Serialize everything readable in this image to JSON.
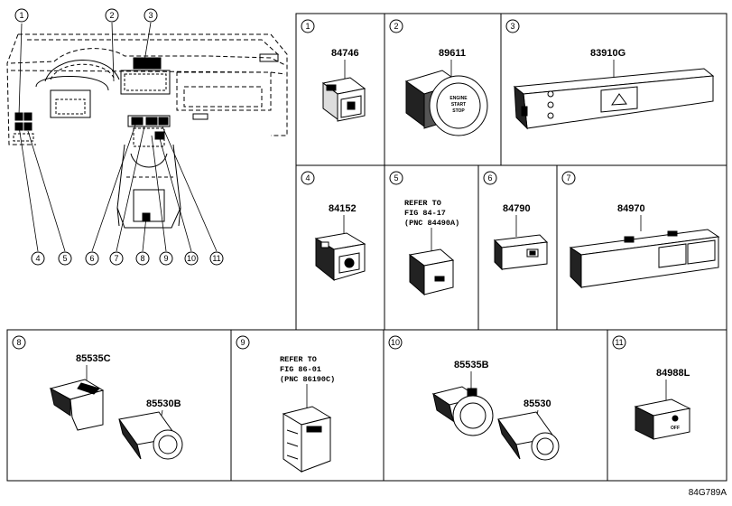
{
  "callouts": [
    "1",
    "2",
    "3",
    "4",
    "5",
    "6",
    "7",
    "8",
    "9",
    "10",
    "11"
  ],
  "panels": [
    {
      "index": "1",
      "parts": [
        "84746"
      ]
    },
    {
      "index": "2",
      "parts": [
        "89611"
      ],
      "button_text": [
        "ENGINE",
        "START",
        "STOP"
      ]
    },
    {
      "index": "3",
      "parts": [
        "83910G"
      ]
    },
    {
      "index": "4",
      "parts": [
        "84152"
      ]
    },
    {
      "index": "5",
      "parts": [],
      "refer": [
        "REFER TO",
        "FIG 84-17",
        "(PNC 84490A)"
      ]
    },
    {
      "index": "6",
      "parts": [
        "84790"
      ]
    },
    {
      "index": "7",
      "parts": [
        "84970"
      ]
    },
    {
      "index": "8",
      "parts": [
        "85535C",
        "85530B"
      ]
    },
    {
      "index": "9",
      "parts": [],
      "refer": [
        "REFER TO",
        "FIG 86-01",
        "(PNC 86190C)"
      ]
    },
    {
      "index": "10",
      "parts": [
        "85535B",
        "85530"
      ]
    },
    {
      "index": "11",
      "parts": [
        "84988L"
      ],
      "switch_text": "OFF"
    }
  ],
  "figure_code": "84G789A"
}
